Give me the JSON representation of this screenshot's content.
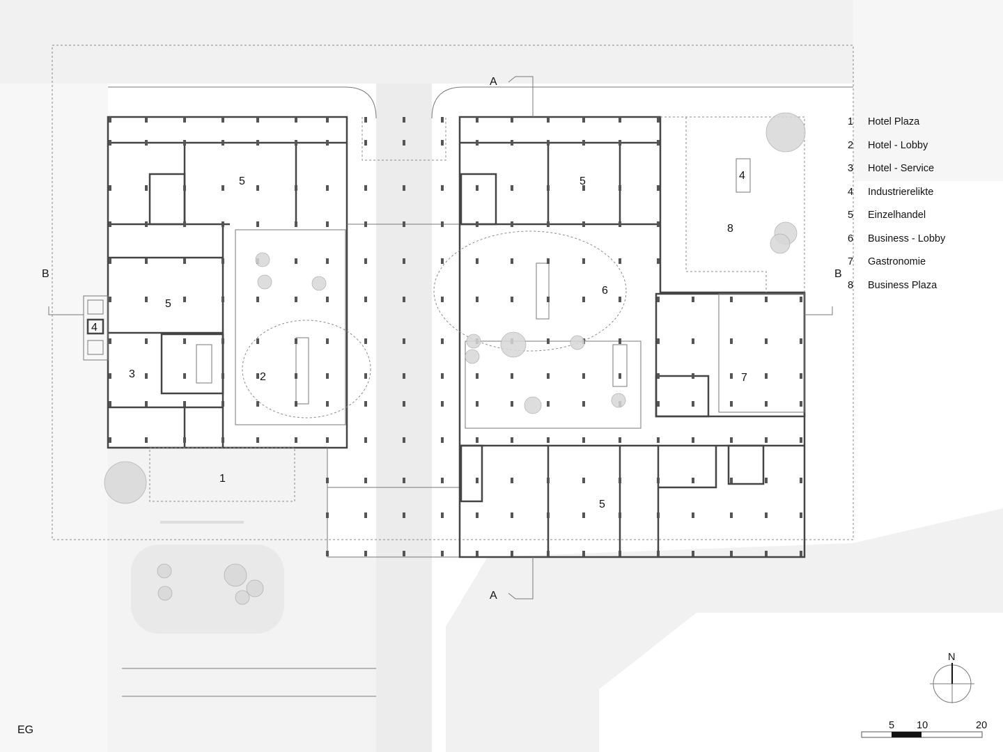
{
  "drawing": {
    "floor_label": "EG",
    "section_markers": {
      "a_top": "A",
      "a_bottom": "A",
      "b_left": "B",
      "b_right": "B"
    },
    "room_numbers": {
      "retail_top_left": "5",
      "retail_top_right": "5",
      "retail_left_mid": "5",
      "retail_bottom_right": "5",
      "hotel_plaza": "1",
      "hotel_lobby": "2",
      "hotel_service": "3",
      "relic_left": "4",
      "relic_right": "4",
      "business_lobby": "6",
      "gastronomy": "7",
      "business_plaza": "8"
    }
  },
  "legend": [
    {
      "num": "1",
      "label": "Hotel Plaza"
    },
    {
      "num": "2",
      "label": "Hotel - Lobby"
    },
    {
      "num": "3",
      "label": "Hotel - Service"
    },
    {
      "num": "4",
      "label": "Industrierelikte"
    },
    {
      "num": "5",
      "label": "Einzelhandel"
    },
    {
      "num": "6",
      "label": "Business - Lobby"
    },
    {
      "num": "7",
      "label": "Gastronomie"
    },
    {
      "num": "8",
      "label": "Business Plaza"
    }
  ],
  "north_arrow": {
    "label": "N"
  },
  "scale_bar": {
    "ticks": [
      "5",
      "10",
      "20"
    ]
  }
}
